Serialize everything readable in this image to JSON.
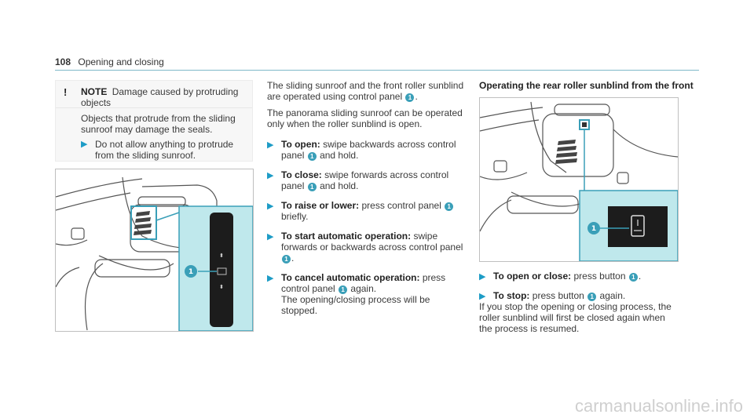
{
  "header": {
    "page_number": "108",
    "section": "Opening and closing"
  },
  "note": {
    "mark": "!",
    "label": "NOTE",
    "title": "Damage caused by protruding objects",
    "text": "Objects that protrude from the sliding sunroof may damage the seals.",
    "bullet": "Do not allow anything to protrude from the sliding sunroof."
  },
  "callout_number": "1",
  "middle": {
    "para1_a": "The sliding sunroof and the front roller sunblind are operated using control panel",
    "para1_b": ".",
    "para2": "The panorama sliding sunroof can be operated only when the roller sunblind is open.",
    "steps": [
      {
        "label": "To open:",
        "text_a": "swipe backwards across control panel",
        "text_b": "and hold."
      },
      {
        "label": "To close:",
        "text_a": "swipe forwards across control panel",
        "text_b": "and hold."
      },
      {
        "label": "To raise or lower:",
        "text_a": "press control panel",
        "text_b": "briefly."
      },
      {
        "label": "To start automatic operation:",
        "text_a": "swipe forwards or backwards across control panel",
        "text_b": "."
      },
      {
        "label": "To cancel automatic operation:",
        "text_a": "press control panel",
        "text_b": "again.",
        "text_c": "The opening/closing process will be stopped."
      }
    ]
  },
  "right": {
    "title": "Operating the rear roller sunblind from the front",
    "steps": [
      {
        "label": "To open or close:",
        "text_a": "press button",
        "text_b": "."
      },
      {
        "label": "To stop:",
        "text_a": "press button",
        "text_b": "again."
      }
    ],
    "para": "If you stop the opening or closing process, the roller sunblind will first be closed again when the process is resumed."
  },
  "watermark": "carmanualsonline.info",
  "colors": {
    "accent": "#3a9fb8",
    "highlight": "#bfe8ec",
    "arrow": "#1d9cc6"
  }
}
